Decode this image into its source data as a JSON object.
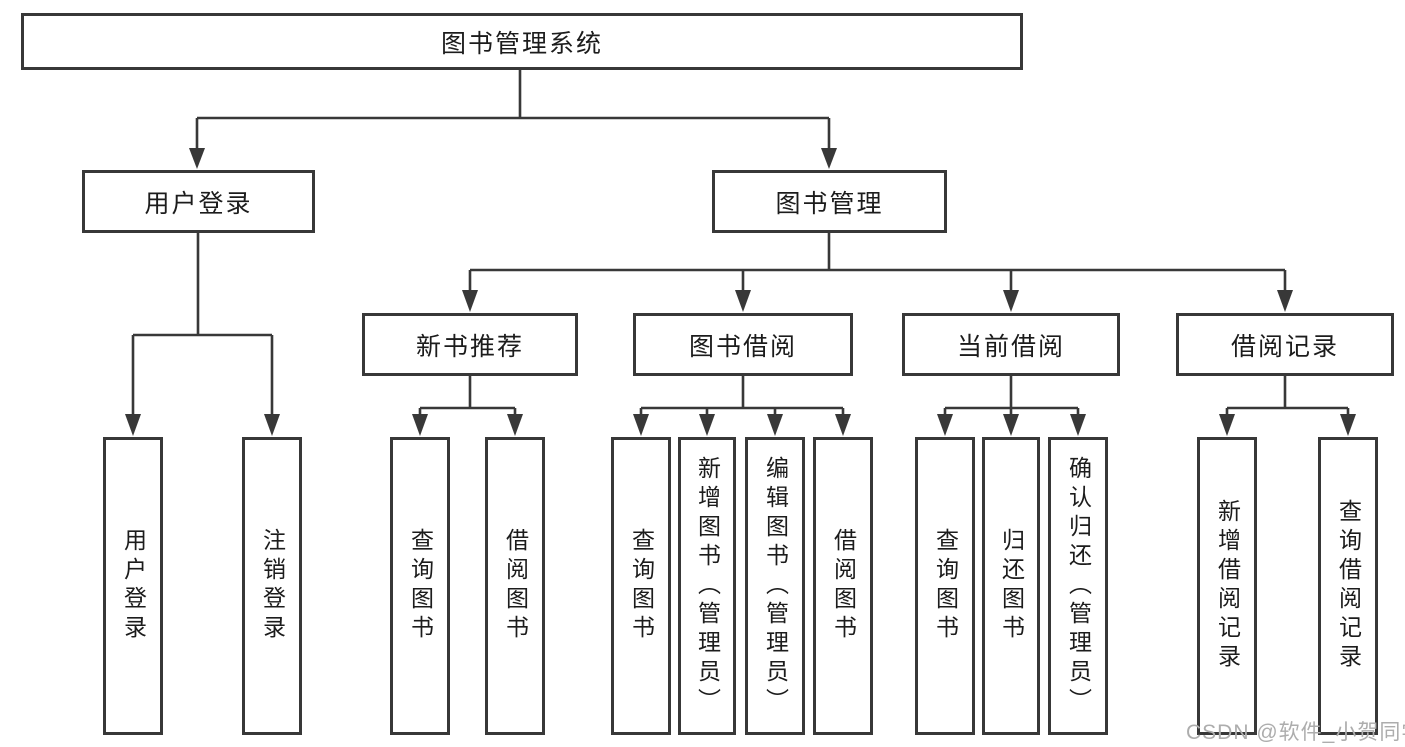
{
  "nodes": {
    "root": "图书管理系统",
    "user_login": "用户登录",
    "book_mgmt": "图书管理",
    "new_books": "新书推荐",
    "book_borrow": "图书借阅",
    "current_borrow": "当前借阅",
    "borrow_records": "借阅记录",
    "leaf_user_login": "用户登录",
    "leaf_logout": "注销登录",
    "leaf_nb_query": "查询图书",
    "leaf_nb_borrow": "借阅图书",
    "leaf_bb_query": "查询图书",
    "leaf_bb_add": "新增图书（管理员）",
    "leaf_bb_edit": "编辑图书（管理员）",
    "leaf_bb_borrow": "借阅图书",
    "leaf_cb_query": "查询图书",
    "leaf_cb_return": "归还图书",
    "leaf_cb_confirm": "确认归还（管理员）",
    "leaf_br_add": "新增借阅记录",
    "leaf_br_query": "查询借阅记录"
  },
  "watermark": "CSDN @软件_小贺同学",
  "colors": {
    "line": "#383838",
    "text": "#1c1c1c",
    "watermark": "#adadad",
    "background": "#ffffff"
  }
}
